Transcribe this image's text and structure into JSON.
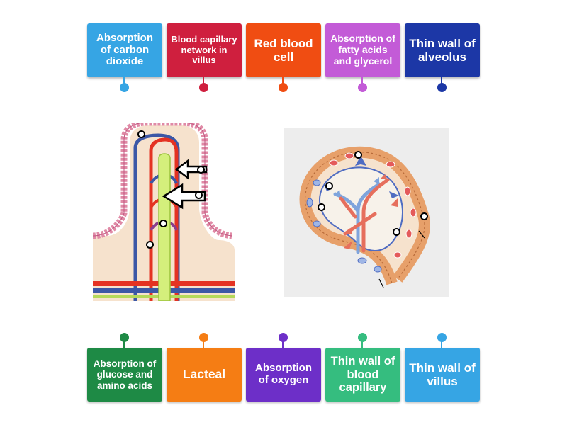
{
  "labels_top": [
    {
      "text": "Absorption of carbon dioxide",
      "color": "#36a5e4",
      "fs": 15
    },
    {
      "text": "Blood capillary network in villus",
      "color": "#cf1f3e",
      "fs": 13
    },
    {
      "text": "Red blood cell",
      "color": "#f04d12",
      "fs": 17
    },
    {
      "text": "Absorption of fatty acids and glycerol",
      "color": "#c35bd7",
      "fs": 14
    },
    {
      "text": "Thin wall of alveolus",
      "color": "#1c37a6",
      "fs": 17
    }
  ],
  "labels_bottom": [
    {
      "text": "Absorption of glucose and amino acids",
      "color": "#1e8a45",
      "fs": 13.5
    },
    {
      "text": "Lacteal",
      "color": "#f57d14",
      "fs": 17.5
    },
    {
      "text": "Absorption of oxygen",
      "color": "#6d2fc8",
      "fs": 15
    },
    {
      "text": "Thin wall of blood capillary",
      "color": "#35bd7f",
      "fs": 16.5
    },
    {
      "text": "Thin wall of villus",
      "color": "#36a5e4",
      "fs": 17
    }
  ]
}
